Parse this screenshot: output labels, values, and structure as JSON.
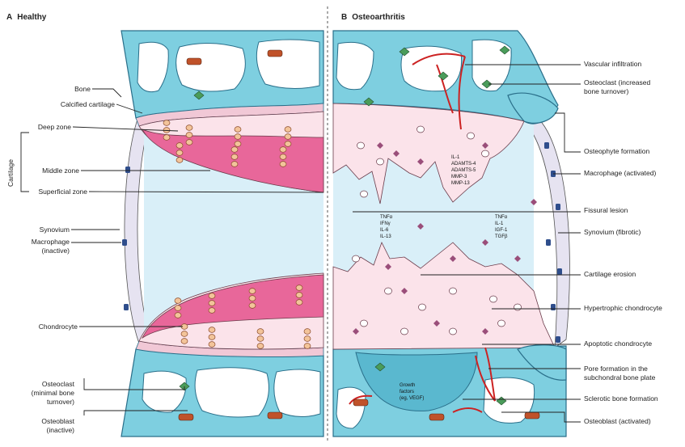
{
  "panels": {
    "a_letter": "A",
    "a_title": "Healthy",
    "b_letter": "B",
    "b_title": "Osteoarthritis"
  },
  "left_labels": {
    "bone": "Bone",
    "calcified": "Calcified cartilage",
    "deep": "Deep zone",
    "cartilage": "Cartilage",
    "middle": "Middle zone",
    "superficial": "Superficial zone",
    "synovium": "Synovium",
    "macrophage_1": "Macrophage",
    "macrophage_2": "(inactive)",
    "chondrocyte": "Chondrocyte",
    "osteoclast_1": "Osteoclast",
    "osteoclast_2": "(minimal bone",
    "osteoclast_3": "turnover)",
    "osteoblast_1": "Osteoblast",
    "osteoblast_2": "(inactive)"
  },
  "right_labels": {
    "vascular": "Vascular infiltration",
    "osteoclast_1": "Osteoclast (increased",
    "osteoclast_2": "bone turnover)",
    "osteophyte": "Osteophyte formation",
    "macrophage": "Macrophage (activated)",
    "fissural": "Fissural lesion",
    "synovium": "Synovium (fibrotic)",
    "erosion": "Cartilage erosion",
    "hypertrophic": "Hypertrophic chondrocyte",
    "apoptotic": "Apoptotic chondrocyte",
    "pore_1": "Pore formation in the",
    "pore_2": "subchondral bone plate",
    "sclerotic": "Sclerotic bone formation",
    "osteoblast": "Osteoblast (activated)"
  },
  "mediators": {
    "group1": [
      "IL-1",
      "ADAMTS-4",
      "ADAMTS-5",
      "MMP-3",
      "MMP-13"
    ],
    "group2": [
      "TNFα",
      "IFNγ",
      "IL-6",
      "IL-13"
    ],
    "group3": [
      "TNFα",
      "IL-1",
      "IGF-1",
      "TGFβ"
    ],
    "growth": [
      "Growth",
      "factors",
      "(eg, VEGF)"
    ]
  },
  "colors": {
    "bone": "#7ecfe0",
    "bone_stroke": "#2a6f8a",
    "cartilage_light": "#fbe3ea",
    "cartilage_dark": "#e8679a",
    "joint_space": "#d9eff8",
    "synovium": "#e6e3f1",
    "osteoclast": "#4a9c5a",
    "osteoblast": "#c0522a",
    "macrophage": "#2f4e8c",
    "vessel": "#cc2222"
  }
}
